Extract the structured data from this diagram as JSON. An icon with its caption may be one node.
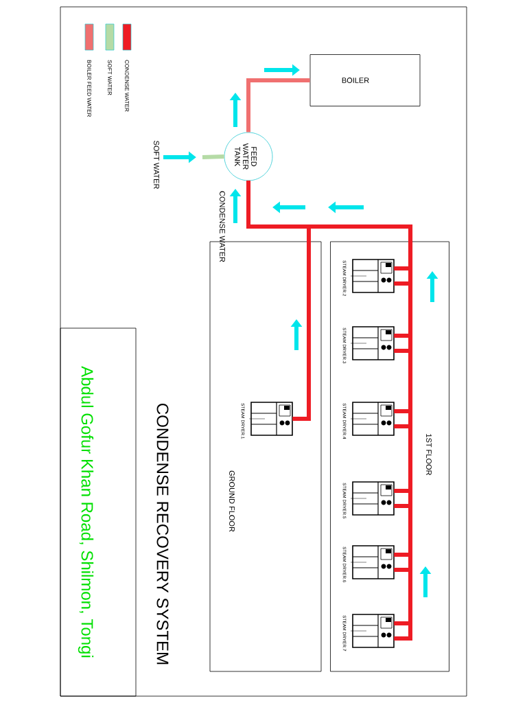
{
  "diagram": {
    "title": "CONDENSE RECOVERY SYSTEM",
    "nodes": [
      {
        "text": [
          "BOILER"
        ]
      },
      {
        "text": [
          "FEED WATER TANK"
        ]
      },
      {
        "text": [
          "GROUND FLOOR"
        ]
      },
      {
        "text": [],
        "shape": "picture",
        "beside": [
          "STEAM DRYER.1"
        ],
        "in": 2
      },
      {
        "text": [
          "1ST FLOOR"
        ]
      },
      {
        "text": [],
        "shape": "picture",
        "beside": [
          "STEAM DRYER.2"
        ],
        "in": 4
      },
      {
        "text": [],
        "shape": "picture",
        "beside": [
          "STEAM DRYER.3"
        ],
        "in": 4
      },
      {
        "text": [],
        "shape": "picture",
        "beside": [
          "STEAM DRYER.4"
        ],
        "in": 4
      },
      {
        "text": [],
        "shape": "picture",
        "beside": [
          "STEAM DRYER.5"
        ],
        "in": 4
      },
      {
        "text": [],
        "shape": "picture",
        "beside": [
          "STEAM DRYER.6"
        ],
        "in": 4
      },
      {
        "text": [],
        "shape": "picture",
        "beside": [
          "STEAM DRYER.7"
        ],
        "in": 4
      },
      {
        "text": [
          "Abdul Gofur Khan Road, Shilmon, Tongi"
        ]
      }
    ],
    "edges": [
      {
        "from": 1,
        "to": 0,
        "arrow": "none",
        "color": "#f07070"
      },
      {
        "from": null,
        "to": 1,
        "arrow": "none",
        "color": "#b5dba6"
      },
      {
        "from": 3,
        "to": 1,
        "arrow": "none"
      },
      {
        "from": 5,
        "to": 1,
        "arrow": "none"
      },
      {
        "from": 6,
        "to": 1,
        "arrow": "none"
      },
      {
        "from": 7,
        "to": 1,
        "arrow": "none"
      },
      {
        "from": 8,
        "to": 1,
        "arrow": "none"
      },
      {
        "from": 9,
        "to": 1,
        "arrow": "none"
      },
      {
        "from": 10,
        "to": 1,
        "arrow": "none"
      },
      {
        "from": 5,
        "to": 1,
        "arrow": "none"
      },
      {
        "from": 6,
        "to": 1,
        "arrow": "none"
      },
      {
        "from": 7,
        "to": 1,
        "arrow": "none"
      },
      {
        "from": 8,
        "to": 1,
        "arrow": "none"
      },
      {
        "from": 9,
        "to": 1,
        "arrow": "none"
      },
      {
        "from": 10,
        "to": 1,
        "arrow": "none"
      }
    ],
    "labels": [
      "SOFT WATER",
      "CONDENSE WATER"
    ],
    "legend": [
      {
        "text": "CONDENSE WATER",
        "color": "#ee1c24"
      },
      {
        "text": "SOFT WATER",
        "color": "#b5dba6"
      },
      {
        "text": "BOILER FEED WATER",
        "color": "#f07070"
      }
    ]
  }
}
